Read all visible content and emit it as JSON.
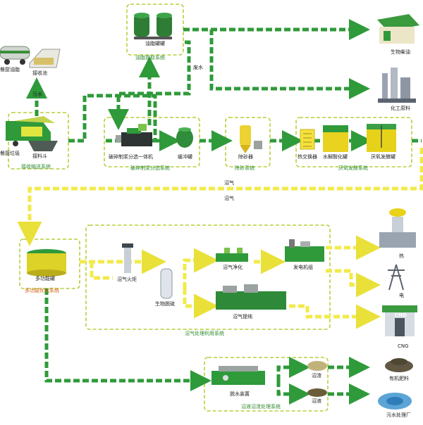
{
  "colors": {
    "pipe_green": "#2f9a3a",
    "pipe_dark": "#1f6f2a",
    "pipe_yellow": "#f2ea4a",
    "box_border": "#b7cf3a",
    "tank_yellow": "#e8d21a",
    "accent_orange": "#d4600f"
  },
  "systems": {
    "deoil": "油脂提取系统",
    "receive": "接收输送系统",
    "pulp": "破碎制浆分选系统",
    "sand": "除砂系统",
    "anaerobic": "厌氧发酵系统",
    "multi": "多功能优化系统",
    "biogas": "沼气处理利用系统",
    "digestate": "沼液沼渣处理系统"
  },
  "labels": {
    "oil_tanks": "油脂罐罐",
    "oil_truck": "餐厨油脂",
    "receive_pool": "接收池",
    "waste_truck": "餐厨垃圾",
    "hopper": "接料斗",
    "pulper": "破碎制浆分选一体机",
    "buffer_tank": "缓冲罐",
    "sand_remover": "除砂器",
    "heat_exchanger": "热交换器",
    "hydrolysis_tank": "水解酸化罐",
    "fermenter": "厌氧发酵罐",
    "multi_tank": "多功能罐",
    "torch": "沼气火炬",
    "desulfur": "生物脱硫",
    "purify": "沼气净化",
    "generator": "发电机组",
    "upgrading": "沼气提纯",
    "dewater": "脱水装置",
    "slag": "沼渣",
    "liquid": "沼液"
  },
  "flows": {
    "sewage": "污水",
    "water": "废水",
    "biogas_1": "沼气",
    "biogas_2": "沼气"
  },
  "outputs": {
    "biodiesel": "生物柴油",
    "chemical": "化工原料",
    "heat": "热",
    "power": "电",
    "cng": "CNG",
    "cng_sign": "CNG",
    "fertilizer": "有机肥料",
    "wwtp": "污水处理厂"
  }
}
